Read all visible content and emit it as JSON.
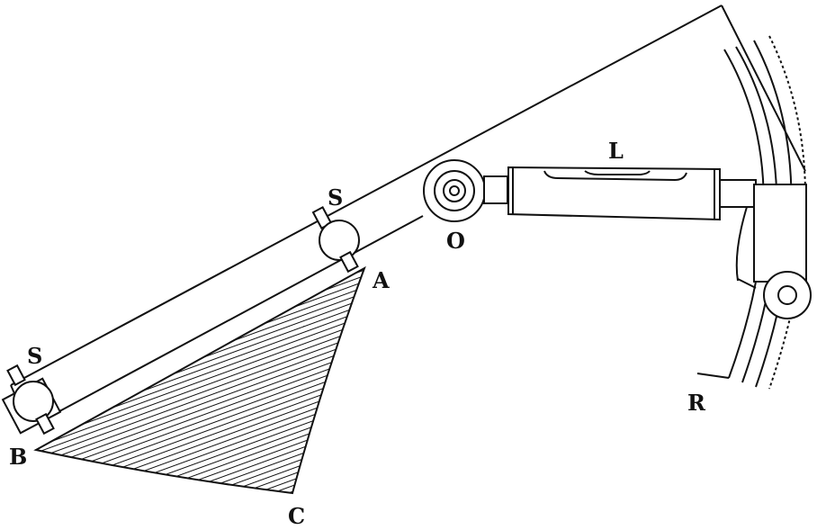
{
  "diagram": {
    "description": "Engraving of an inclinometer / clinometer instrument with pivoted arm, spirit level and graduated arc",
    "colors": {
      "ink": "#111111",
      "paper": "#ffffff"
    },
    "labels": {
      "S_upper": "S",
      "S_lower": "S",
      "A": "A",
      "B": "B",
      "C": "C",
      "O": "O",
      "L": "L",
      "R": "R"
    },
    "parts": [
      {
        "id": "arm",
        "name": "straight arm"
      },
      {
        "id": "screw-s-upper",
        "name": "adjusting screw S (upper)"
      },
      {
        "id": "screw-s-lower",
        "name": "adjusting screw S (lower)"
      },
      {
        "id": "sector-abc",
        "name": "hatched sector ABC"
      },
      {
        "id": "pivot-o",
        "name": "pivot O"
      },
      {
        "id": "level-l",
        "name": "spirit level L"
      },
      {
        "id": "arc-r",
        "name": "graduated toothed arc R"
      }
    ]
  }
}
